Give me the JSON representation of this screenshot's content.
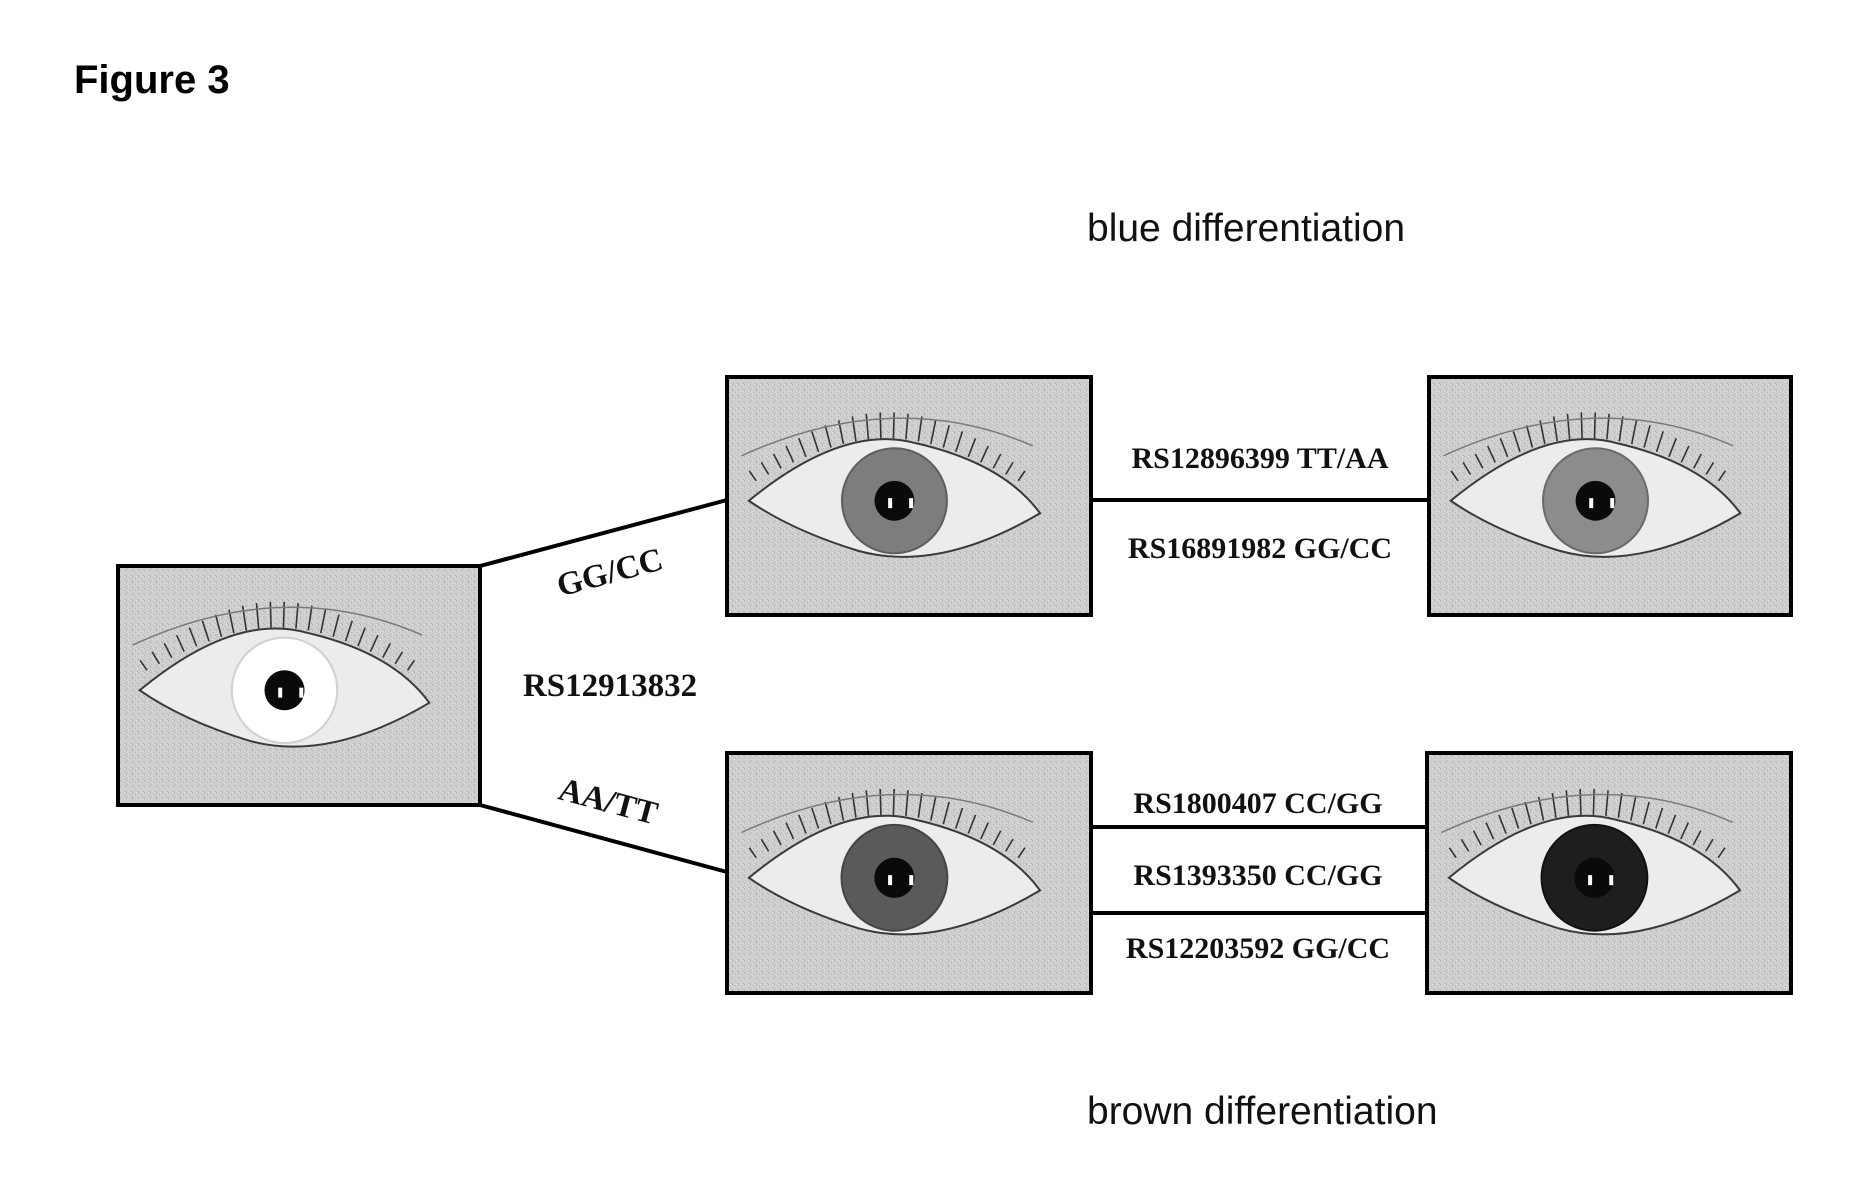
{
  "figure_title": "Figure 3",
  "top_label": "blue differentiation",
  "bottom_label": "brown differentiation",
  "root_snp": "RS12913832",
  "branch_upper": "GG/CC",
  "branch_lower": "AA/TT",
  "blue_links": [
    "RS12896399 TT/AA",
    "RS16891982 GG/CC"
  ],
  "brown_links": [
    "RS1800407 CC/GG",
    "RS1393350 CC/GG",
    "RS12203592 GG/CC"
  ],
  "eye_panels": [
    {
      "id": "unknown",
      "iris_color": "#ffffff",
      "iris_rim": "#d0d0d0"
    },
    {
      "id": "blue-intermediate",
      "iris_color": "#7d7d7d",
      "iris_rim": "#5e5e5e"
    },
    {
      "id": "blue",
      "iris_color": "#8c8c8c",
      "iris_rim": "#6a6a6a"
    },
    {
      "id": "brown-intermediate",
      "iris_color": "#5a5a5a",
      "iris_rim": "#444444"
    },
    {
      "id": "brown",
      "iris_color": "#1e1e1e",
      "iris_rim": "#111111"
    }
  ]
}
